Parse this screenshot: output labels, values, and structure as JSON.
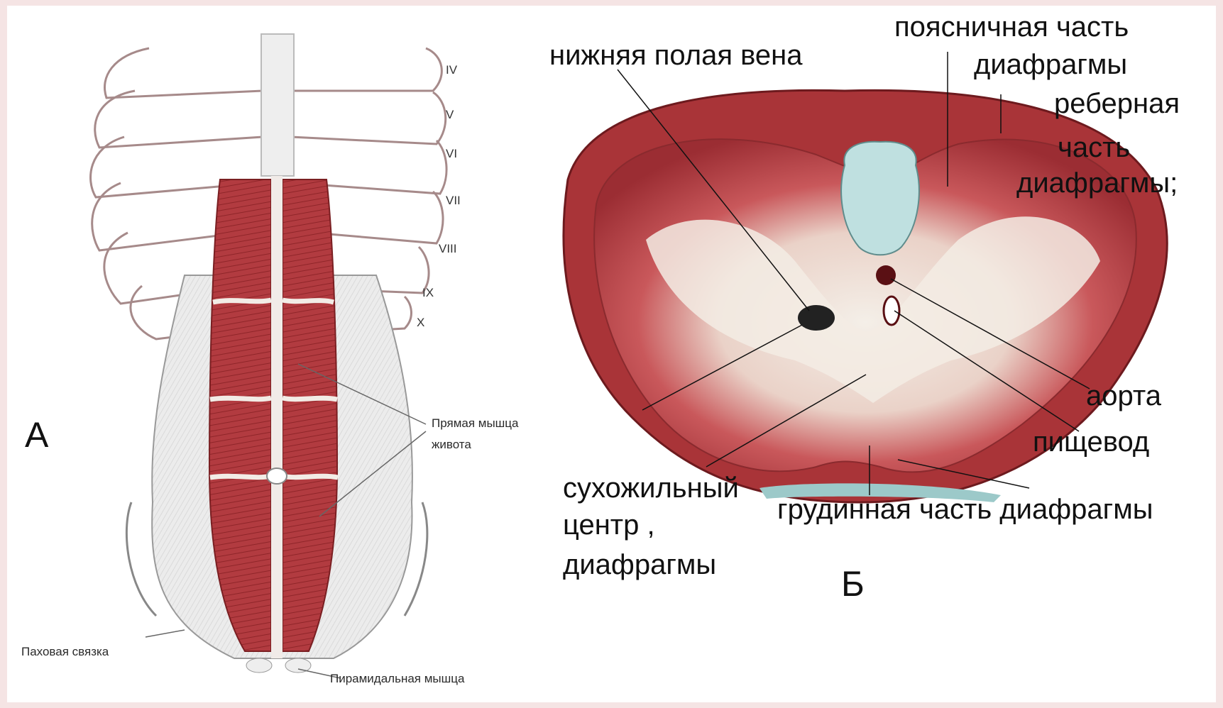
{
  "panels": {
    "a": "А",
    "b": "Б"
  },
  "panel_a": {
    "ribs": [
      "IV",
      "V",
      "VI",
      "VII",
      "VIII",
      "IX",
      "X"
    ],
    "labels": {
      "rectus_line1": "Прямая мышца",
      "rectus_line2": "живота",
      "inguinal": "Паховая связка",
      "pyramidal": "Пирамидальная мышца"
    }
  },
  "panel_b": {
    "labels": {
      "lumbar_line1": "поясничная часть",
      "lumbar_line2": "диафрагмы",
      "ivc": "нижняя полая вена",
      "costal_line1": "реберная",
      "costal_line2": "часть",
      "costal_line3": "диафрагмы;",
      "aorta": "аорта",
      "esophagus": "пищевод",
      "central_line1": "сухожильный",
      "central_line2": "центр ,",
      "central_line3": "диафрагмы",
      "sternal": "грудинная часть диафрагмы"
    }
  },
  "colors": {
    "muscle": "#b03a3e",
    "muscle_light": "#d98a8a",
    "tendon": "#f3eeea",
    "bone": "#ececec",
    "vertebra": "#bfe0e0",
    "background": "#ffffff",
    "frame": "#f5e4e4"
  }
}
